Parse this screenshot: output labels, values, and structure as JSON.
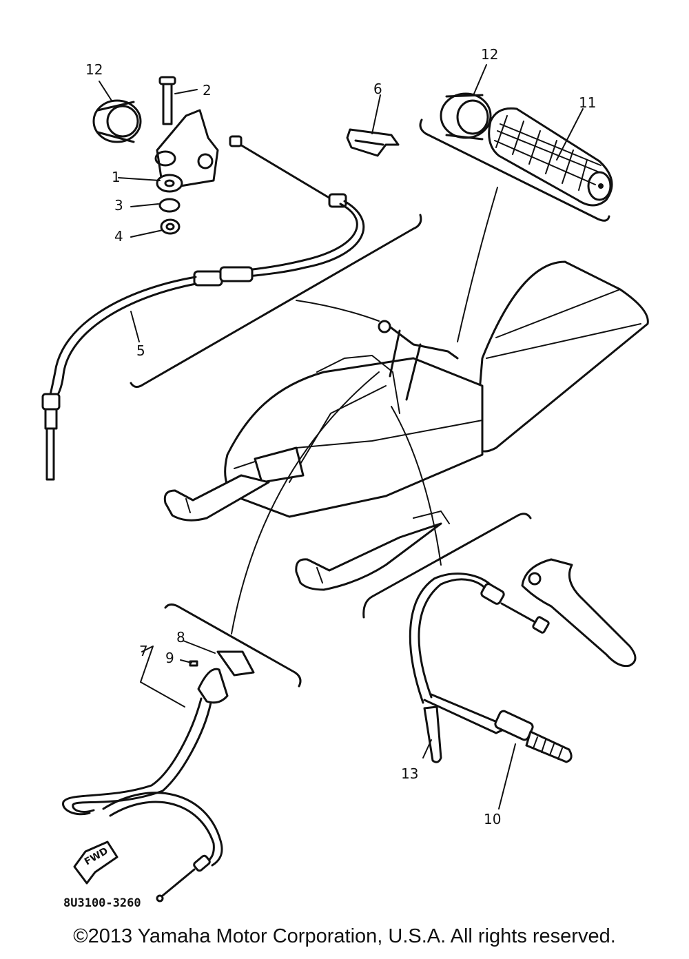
{
  "callouts": {
    "c1": "1",
    "c2": "2",
    "c3": "3",
    "c4": "4",
    "c5": "5",
    "c6": "6",
    "c7": "7",
    "c8": "8",
    "c9": "9",
    "c10": "10",
    "c11": "11",
    "c12a": "12",
    "c12b": "12",
    "c13": "13"
  },
  "fwd_label": "FWD",
  "diagram_code": "8U3100-3260",
  "copyright": "©2013 Yamaha Motor Corporation, U.S.A. All rights reserved."
}
